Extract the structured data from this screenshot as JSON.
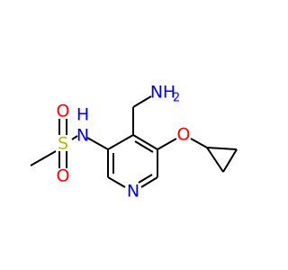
{
  "molecule": {
    "atoms": {
      "amine": {
        "symbol": "N",
        "h_label": "H",
        "h_count": "2",
        "color": "#0000ff"
      },
      "sulfonamide_n": {
        "symbol": "N",
        "h_label": "H",
        "color": "#0000ff"
      },
      "pyridine_n": {
        "symbol": "N",
        "color": "#0000ff"
      },
      "sulfur": {
        "symbol": "S",
        "color": "#b8b800"
      },
      "oxygen_top": {
        "symbol": "O",
        "color": "#ff0000"
      },
      "oxygen_bottom": {
        "symbol": "O",
        "color": "#ff0000"
      },
      "ether_oxygen": {
        "symbol": "O",
        "color": "#ff0000"
      }
    },
    "bond_color": "#000000"
  }
}
